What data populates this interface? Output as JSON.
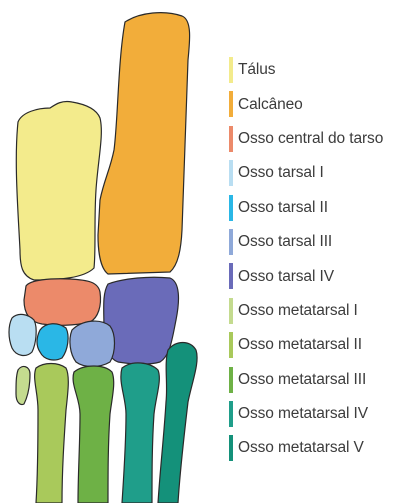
{
  "legend": [
    {
      "label": "Tálus",
      "color": "#f3eb8c"
    },
    {
      "label": "Calcâneo",
      "color": "#f2ad3a"
    },
    {
      "label": "Osso central do tarso",
      "color": "#ec8a6a"
    },
    {
      "label": "Osso tarsal I",
      "color": "#b9def2"
    },
    {
      "label": "Osso tarsal II",
      "color": "#2ab7e6"
    },
    {
      "label": "Osso tarsal III",
      "color": "#8fa9d9"
    },
    {
      "label": "Osso tarsal IV",
      "color": "#6a6bb9"
    },
    {
      "label": "Osso metatarsal I",
      "color": "#c4db8f"
    },
    {
      "label": "Osso metatarsal II",
      "color": "#a9c95b"
    },
    {
      "label": "Osso metatarsal III",
      "color": "#6eb146"
    },
    {
      "label": "Osso metatarsal IV",
      "color": "#1f9e8a"
    },
    {
      "label": "Osso metatarsal V",
      "color": "#14917a"
    }
  ]
}
